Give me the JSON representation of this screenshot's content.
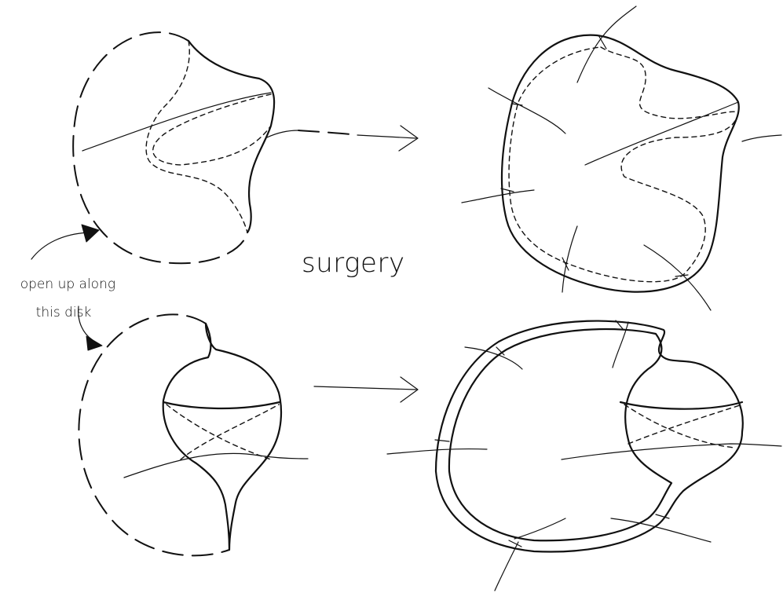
{
  "labels": {
    "open_line1": "open up along",
    "open_line2": "this disk",
    "surgery": "surgery"
  },
  "colors": {
    "ink": "#111111",
    "background": "#ffffff"
  }
}
